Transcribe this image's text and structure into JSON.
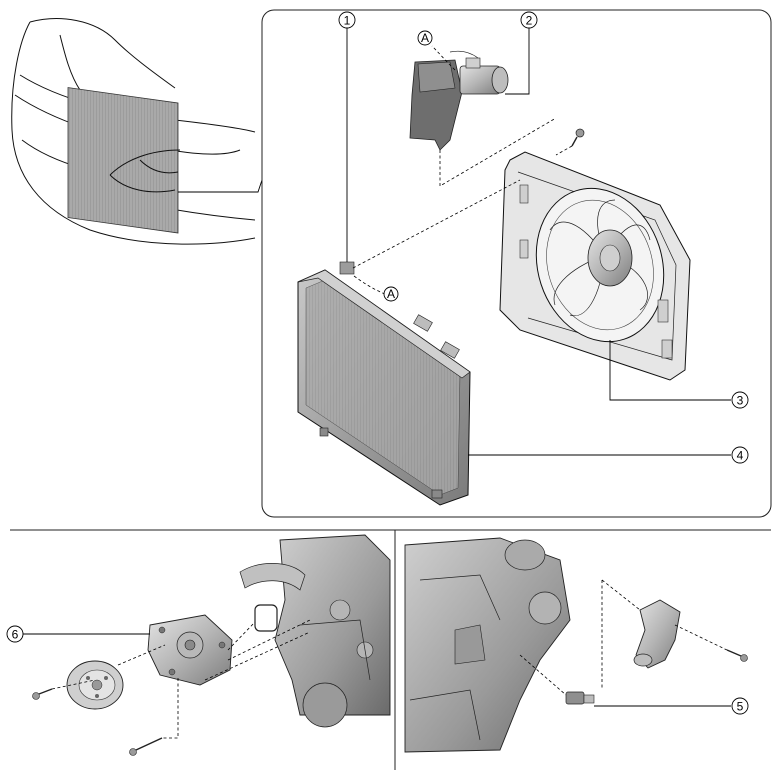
{
  "callouts": {
    "c1": "1",
    "c2": "2",
    "c3": "3",
    "c4": "4",
    "c5": "5",
    "c6": "6",
    "refA_top": "A",
    "refA_radiator": "A"
  },
  "colors": {
    "line": "#000000",
    "part_light": "#d9d9d9",
    "part_mid": "#a8a8a8",
    "part_dark": "#6e6e6e",
    "background": "#ffffff"
  }
}
